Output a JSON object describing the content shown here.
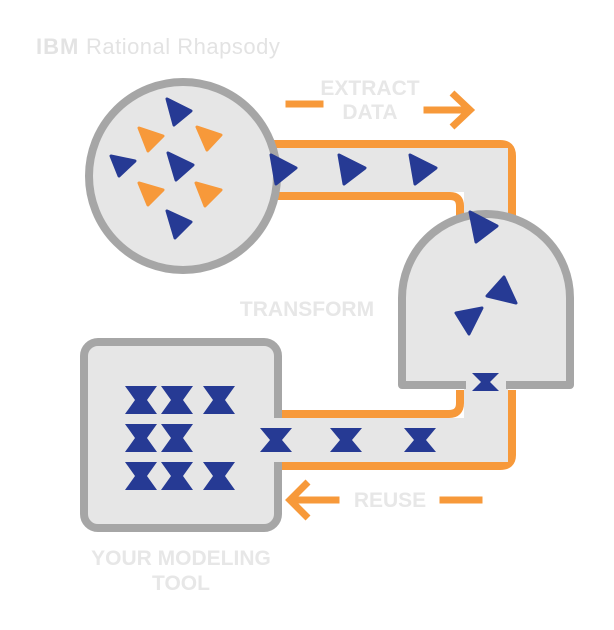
{
  "brand": {
    "company": "IBM",
    "product": "Rational Rhapsody"
  },
  "labels": {
    "extract_line1": "EXTRACT",
    "extract_line2": "DATA",
    "transform": "TRANSFORM",
    "reuse": "REUSE",
    "tool_line1": "YOUR MODELING",
    "tool_line2": "TOOL"
  },
  "colors": {
    "orange": "#f7993a",
    "navy": "#263a94",
    "gray_fill": "#e6e6e6",
    "gray_stroke": "#a6a6a6",
    "label_text": "#e7e7e7"
  },
  "icons": [
    "triangle-marker-icon",
    "hourglass-marker-icon",
    "arrow-right-icon",
    "arrow-left-icon"
  ]
}
